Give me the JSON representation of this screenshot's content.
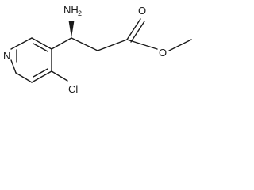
{
  "structure": {
    "atoms": {
      "amine_n": "NH",
      "amine_h_count": "2",
      "carbonyl_o": "O",
      "ester_o": "O",
      "ring_n": "N",
      "chloro": "Cl"
    }
  }
}
